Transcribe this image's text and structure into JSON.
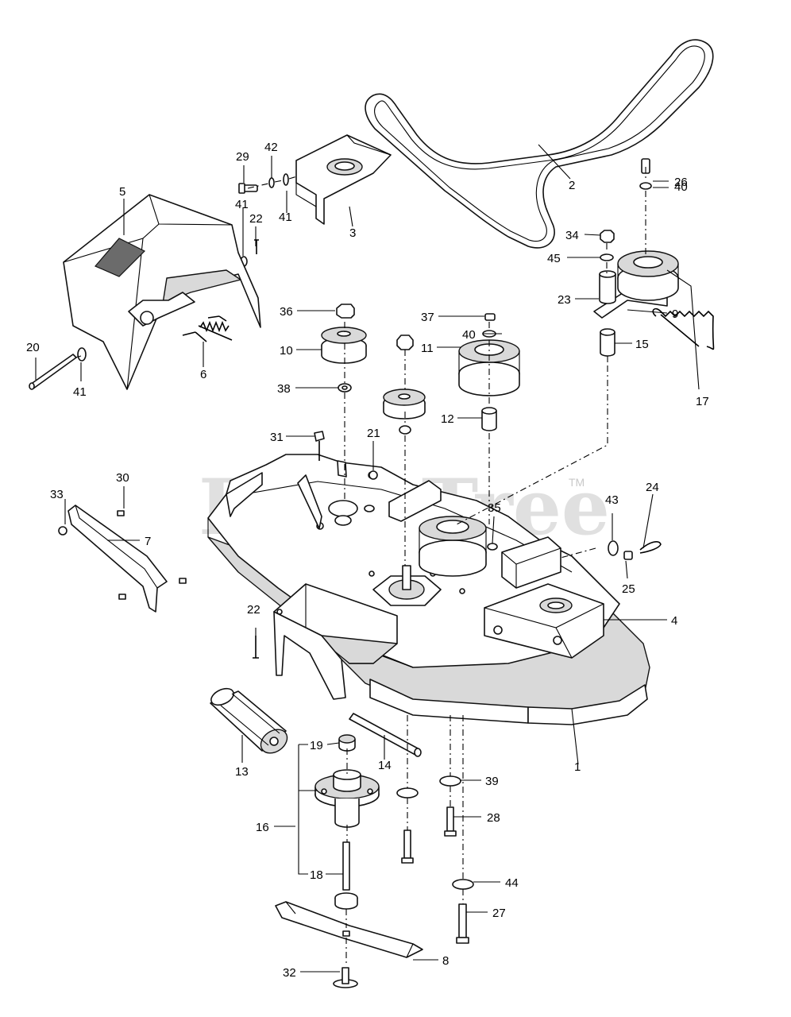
{
  "watermark": {
    "text": "PartsTree",
    "mark": "TM"
  },
  "callouts": [
    "1",
    "2",
    "3",
    "4",
    "5",
    "6",
    "7",
    "8",
    "9",
    "10",
    "11",
    "12",
    "13",
    "14",
    "15",
    "16",
    "17",
    "18",
    "19",
    "20",
    "21",
    "22",
    "23",
    "24",
    "25",
    "26",
    "27",
    "28",
    "29",
    "30",
    "31",
    "32",
    "33",
    "34",
    "35",
    "36",
    "37",
    "38",
    "39",
    "40",
    "41",
    "42",
    "43",
    "44",
    "45"
  ],
  "labels": {
    "c1": "1",
    "c2": "2",
    "c3": "3",
    "c4": "4",
    "c5": "5",
    "c6": "6",
    "c7": "7",
    "c8": "8",
    "c9": "9",
    "c10": "10",
    "c11": "11",
    "c12": "12",
    "c13": "13",
    "c14": "14",
    "c15": "15",
    "c16": "16",
    "c17": "17",
    "c18": "18",
    "c19": "19",
    "c20": "20",
    "c21": "21",
    "c22a": "22",
    "c22b": "22",
    "c23": "23",
    "c24": "24",
    "c25": "25",
    "c26": "26",
    "c27": "27",
    "c28": "28",
    "c29": "29",
    "c30": "30",
    "c31": "31",
    "c32": "32",
    "c33": "33",
    "c34": "34",
    "c35": "35",
    "c36": "36",
    "c37": "37",
    "c38": "38",
    "c39": "39",
    "c40a": "40",
    "c40b": "40",
    "c41a": "41",
    "c41b": "41",
    "c41c": "41",
    "c42": "42",
    "c43": "43",
    "c44": "44",
    "c45": "45"
  }
}
